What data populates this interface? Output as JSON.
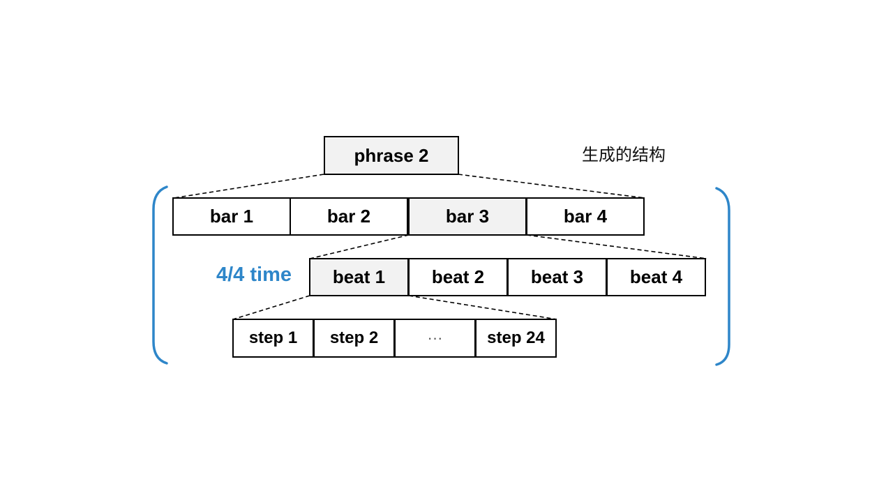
{
  "diagram": {
    "phrase": "phrase 2",
    "bars": [
      "bar 1",
      "bar 2",
      "bar 3",
      "bar 4"
    ],
    "beats": [
      "beat 1",
      "beat 2",
      "beat 3",
      "beat 4"
    ],
    "steps": [
      "step 1",
      "step 2",
      "···",
      "step 24"
    ],
    "time_signature": "4/4 time",
    "structure_label": "生成的结构"
  },
  "colors": {
    "bracket": "#2e86c9",
    "time_label": "#2e86c9",
    "highlight_fill": "#f2f2f2",
    "border": "#000000"
  }
}
